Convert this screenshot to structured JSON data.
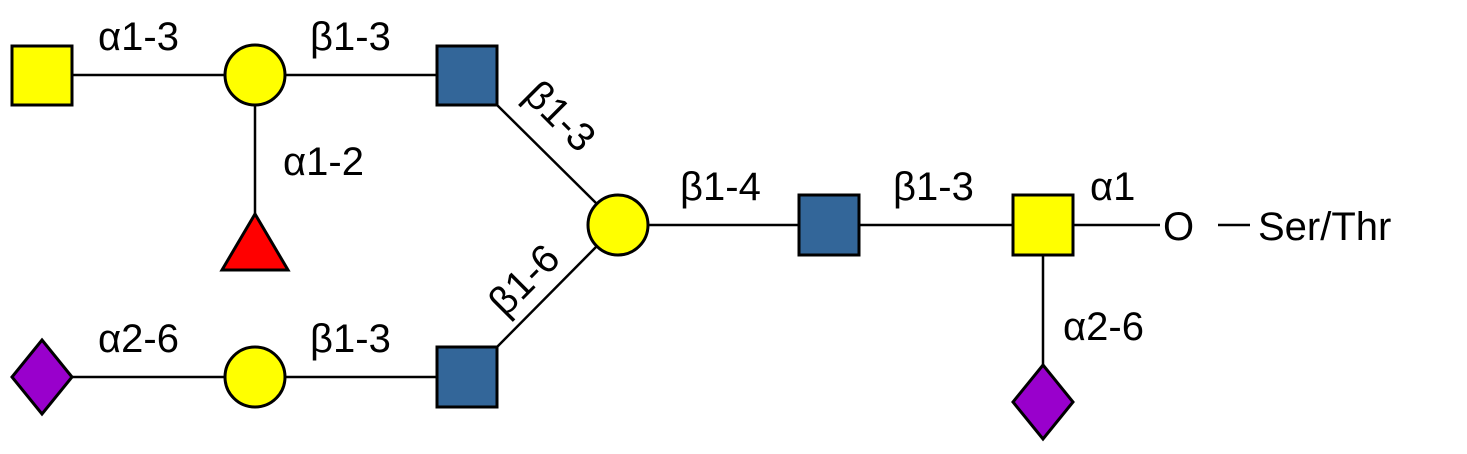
{
  "colors": {
    "galnac": "#FFFF00",
    "gal": "#FFFF00",
    "glcnac": "#336699",
    "fuc": "#FF0000",
    "neuac": "#9900CC"
  },
  "linkages": {
    "top_galnac_gal": "α1-3",
    "top_gal_glcnac": "β1-3",
    "top_glcnac_core_gal": "β1-3",
    "fuc_gal": "α1-2",
    "bottom_glcnac_core_gal": "β1-6",
    "bottom_neuac_gal": "α2-6",
    "bottom_gal_glcnac": "β1-3",
    "core_gal_glcnac": "β1-4",
    "glcnac_galnac": "β1-3",
    "galnac_o": "α1",
    "neuac_galnac": "α2-6"
  },
  "anchor": {
    "o_label": "O",
    "aa_label": "Ser/Thr"
  }
}
